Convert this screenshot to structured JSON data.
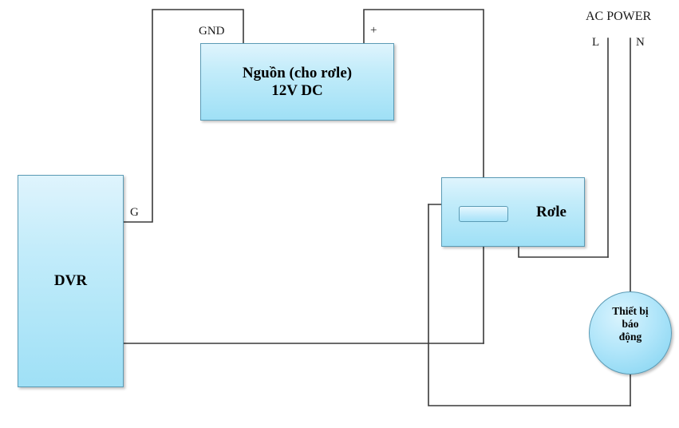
{
  "diagram": {
    "title": "DVR alarm relay wiring diagram",
    "nodes": {
      "psu": {
        "label": "Nguồn (cho rơle)\n12V DC"
      },
      "dvr": {
        "label": "DVR"
      },
      "relay": {
        "label": "Rơle"
      },
      "siren": {
        "label": "Thiết bị\nbáo\nđộng"
      }
    },
    "labels": {
      "gnd": "GND",
      "plus": "+",
      "g": "G",
      "ac_power": "AC POWER",
      "line_l": "L",
      "line_n": "N"
    },
    "colors": {
      "box_fill_top": "#dff4fd",
      "box_fill_bottom": "#9fe0f6",
      "box_border": "#5b9bb5",
      "wire": "#3a3a3a",
      "background": "#ffffff"
    }
  }
}
